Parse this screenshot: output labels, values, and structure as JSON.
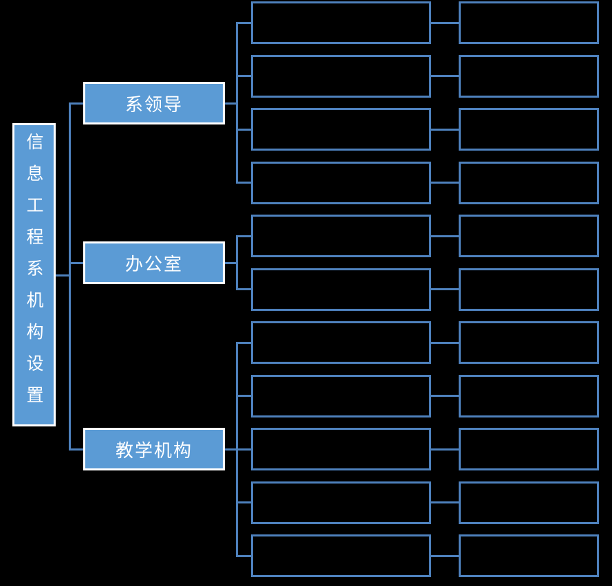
{
  "diagram": {
    "root": {
      "label": "信息工程系机构设置"
    },
    "branches": [
      {
        "label": "系领导",
        "children": [
          {
            "label": "",
            "detail": ""
          },
          {
            "label": "",
            "detail": ""
          },
          {
            "label": "",
            "detail": ""
          },
          {
            "label": "",
            "detail": ""
          }
        ]
      },
      {
        "label": "办公室",
        "children": [
          {
            "label": "",
            "detail": ""
          },
          {
            "label": "",
            "detail": ""
          }
        ]
      },
      {
        "label": "教学机构",
        "children": [
          {
            "label": "",
            "detail": ""
          },
          {
            "label": "",
            "detail": ""
          },
          {
            "label": "",
            "detail": ""
          },
          {
            "label": "",
            "detail": ""
          },
          {
            "label": "",
            "detail": ""
          }
        ]
      }
    ]
  },
  "colors": {
    "background": "#000000",
    "box_fill": "#5B9BD5",
    "box_border": "#FFFFFF",
    "line": "#4E81BD",
    "text": "#FFFFFF"
  }
}
